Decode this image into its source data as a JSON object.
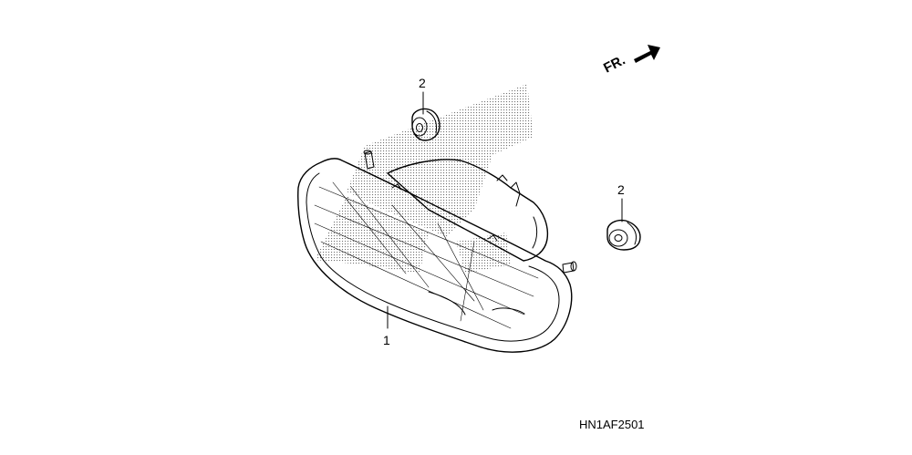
{
  "diagram": {
    "front_indicator": "FR.",
    "diagram_code": "HN1AF2501",
    "parts": [
      {
        "ref": "1"
      },
      {
        "ref": "2"
      },
      {
        "ref": "2"
      }
    ]
  }
}
